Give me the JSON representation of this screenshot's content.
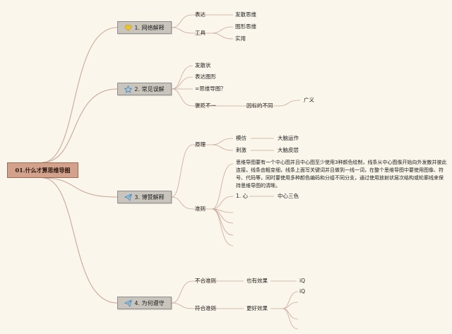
{
  "root": {
    "label": "01.什么才算思维导图"
  },
  "branches": [
    {
      "label": "1. 网络解释",
      "icon": "heart-icon",
      "children": [
        {
          "label": "表达",
          "children": [
            {
              "label": "发散思维"
            }
          ]
        },
        {
          "label": "工具",
          "children": [
            {
              "label": "图形思维"
            },
            {
              "label": "实用"
            }
          ]
        }
      ]
    },
    {
      "label": "2. 常见误解",
      "icon": "star-icon",
      "children": [
        {
          "label": "发散状"
        },
        {
          "label": "表达图形"
        },
        {
          "label": "=思维导图？"
        },
        {
          "label": "褒贬不一",
          "children": [
            {
              "label": "因标的不同",
              "children": [
                {
                  "label": "广义"
                }
              ]
            }
          ]
        }
      ]
    },
    {
      "label": "3. 博赞解释",
      "icon": "paper-plane-icon",
      "children": [
        {
          "label": "原理",
          "children": [
            {
              "label": "模仿",
              "children": [
                {
                  "label": "大脑运作"
                }
              ]
            },
            {
              "label": "刺激",
              "children": [
                {
                  "label": "大脑皮层"
                }
              ]
            }
          ]
        },
        {
          "label": "准则",
          "note": "思维导图要有一个中心图并且中心图至少使用3种颜色绘制，线条从中心图像开始向外发散并彼此连接，线条由粗变细，线条上面写关键词并且做到一线一词，在整个思维导图中要使用图像、符号、代码等，同时要使用多种颜色编码和分组不同分支，通过使用放射状层次结构或轮廓线来保持思维导图的清晰。",
          "children": [
            {
              "label": "1. 心",
              "children": [
                {
                  "label": "中心三色"
                }
              ]
            }
          ]
        }
      ]
    },
    {
      "label": "4. 为何遵守",
      "icon": "paper-plane-icon",
      "children": [
        {
          "label": "不合准则",
          "children": [
            {
              "label": "也有效果",
              "children": [
                {
                  "label": "iQ"
                }
              ]
            }
          ]
        },
        {
          "label": "符合准则",
          "children": [
            {
              "label": "更好效果",
              "children": [
                {
                  "label": "iQ"
                }
              ]
            }
          ]
        }
      ]
    }
  ],
  "colors": {
    "background": "#fbf6ec",
    "link": "#c9a99a",
    "root_fill": "#d3a28c",
    "node_fill": "#c9c4bc",
    "icon_blue": "#3a8fd0",
    "icon_yellow": "#e8c530"
  }
}
